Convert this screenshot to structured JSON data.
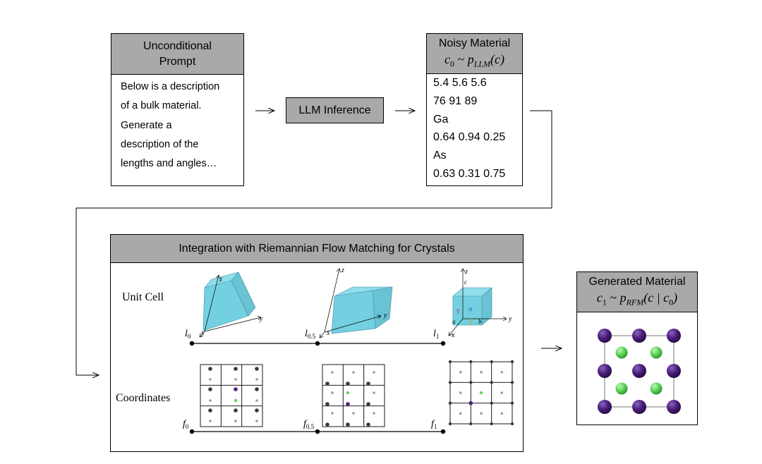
{
  "prompt_box": {
    "title_line1": "Unconditional",
    "title_line2": "Prompt",
    "text_lines": [
      "Below is a description",
      "of a bulk material.",
      "Generate a",
      "description of the",
      "lengths and angles…"
    ]
  },
  "llm_box": {
    "label": "LLM Inference"
  },
  "noisy_box": {
    "title": "Noisy Material",
    "formula": "c₀ ~ pₗₗₘ(c)",
    "formula_parts": {
      "lhs": "c",
      "lhs_sub": "0",
      "rel": " ~ ",
      "p": "p",
      "p_sub": "LLM",
      "arg": "(c)"
    },
    "lines": [
      "5.4 5.6 5.6",
      "76 91 89",
      "Ga",
      "0.64 0.94 0.25",
      "As",
      "0.63 0.31 0.75"
    ]
  },
  "rfm_box": {
    "title": "Integration with Riemannian Flow Matching for Crystals",
    "row_labels": {
      "unit_cell": "Unit Cell",
      "coordinates": "Coordinates"
    },
    "cell_labels": [
      {
        "sym": "l",
        "sub": "0"
      },
      {
        "sym": "l",
        "sub": "0.5"
      },
      {
        "sym": "l",
        "sub": "1"
      }
    ],
    "coord_labels": [
      {
        "sym": "f",
        "sub": "0"
      },
      {
        "sym": "f",
        "sub": "0.5"
      },
      {
        "sym": "f",
        "sub": "1"
      }
    ],
    "axis_labels": {
      "x": "x",
      "y": "y",
      "z": "z"
    },
    "cell_param_labels": {
      "a": "a",
      "b": "b",
      "c": "c",
      "alpha": "α",
      "beta": "β",
      "gamma": "γ"
    }
  },
  "generated_box": {
    "title": "Generated Material",
    "formula_parts": {
      "lhs": "c",
      "lhs_sub": "1",
      "rel": " ~ ",
      "p": "p",
      "p_sub": "RFM",
      "arg": "(c  | c",
      "arg_sub": "0",
      "close": ")"
    }
  },
  "colors": {
    "header_gray": "#a9a9a9",
    "cell_fill": "#5bc8dc",
    "atom_purple": "#4b1f7a",
    "atom_green": "#5ed35a",
    "dot_dark": "#3a3a3a",
    "dot_light": "#9a9a9a"
  }
}
